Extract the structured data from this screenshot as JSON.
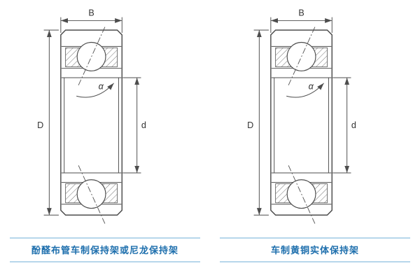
{
  "figure": {
    "type": "technical-drawing",
    "subject": "angular contact ball bearing cross-section comparison",
    "panels": [
      {
        "id": "left",
        "caption": "酚醛布管车制保持架或尼龙保持架",
        "labels": {
          "width": "B",
          "outer_diameter": "D",
          "bore_diameter": "d",
          "contact_angle": "α"
        }
      },
      {
        "id": "right",
        "caption": "车制黄铜实体保持架",
        "labels": {
          "width": "B",
          "outer_diameter": "D",
          "bore_diameter": "d",
          "contact_angle": "α"
        }
      }
    ]
  },
  "colors": {
    "background": "#ffffff",
    "line": "#4d4d4d",
    "caption_text": "#1e6fad",
    "caption_rule": "#b7d7eb"
  }
}
